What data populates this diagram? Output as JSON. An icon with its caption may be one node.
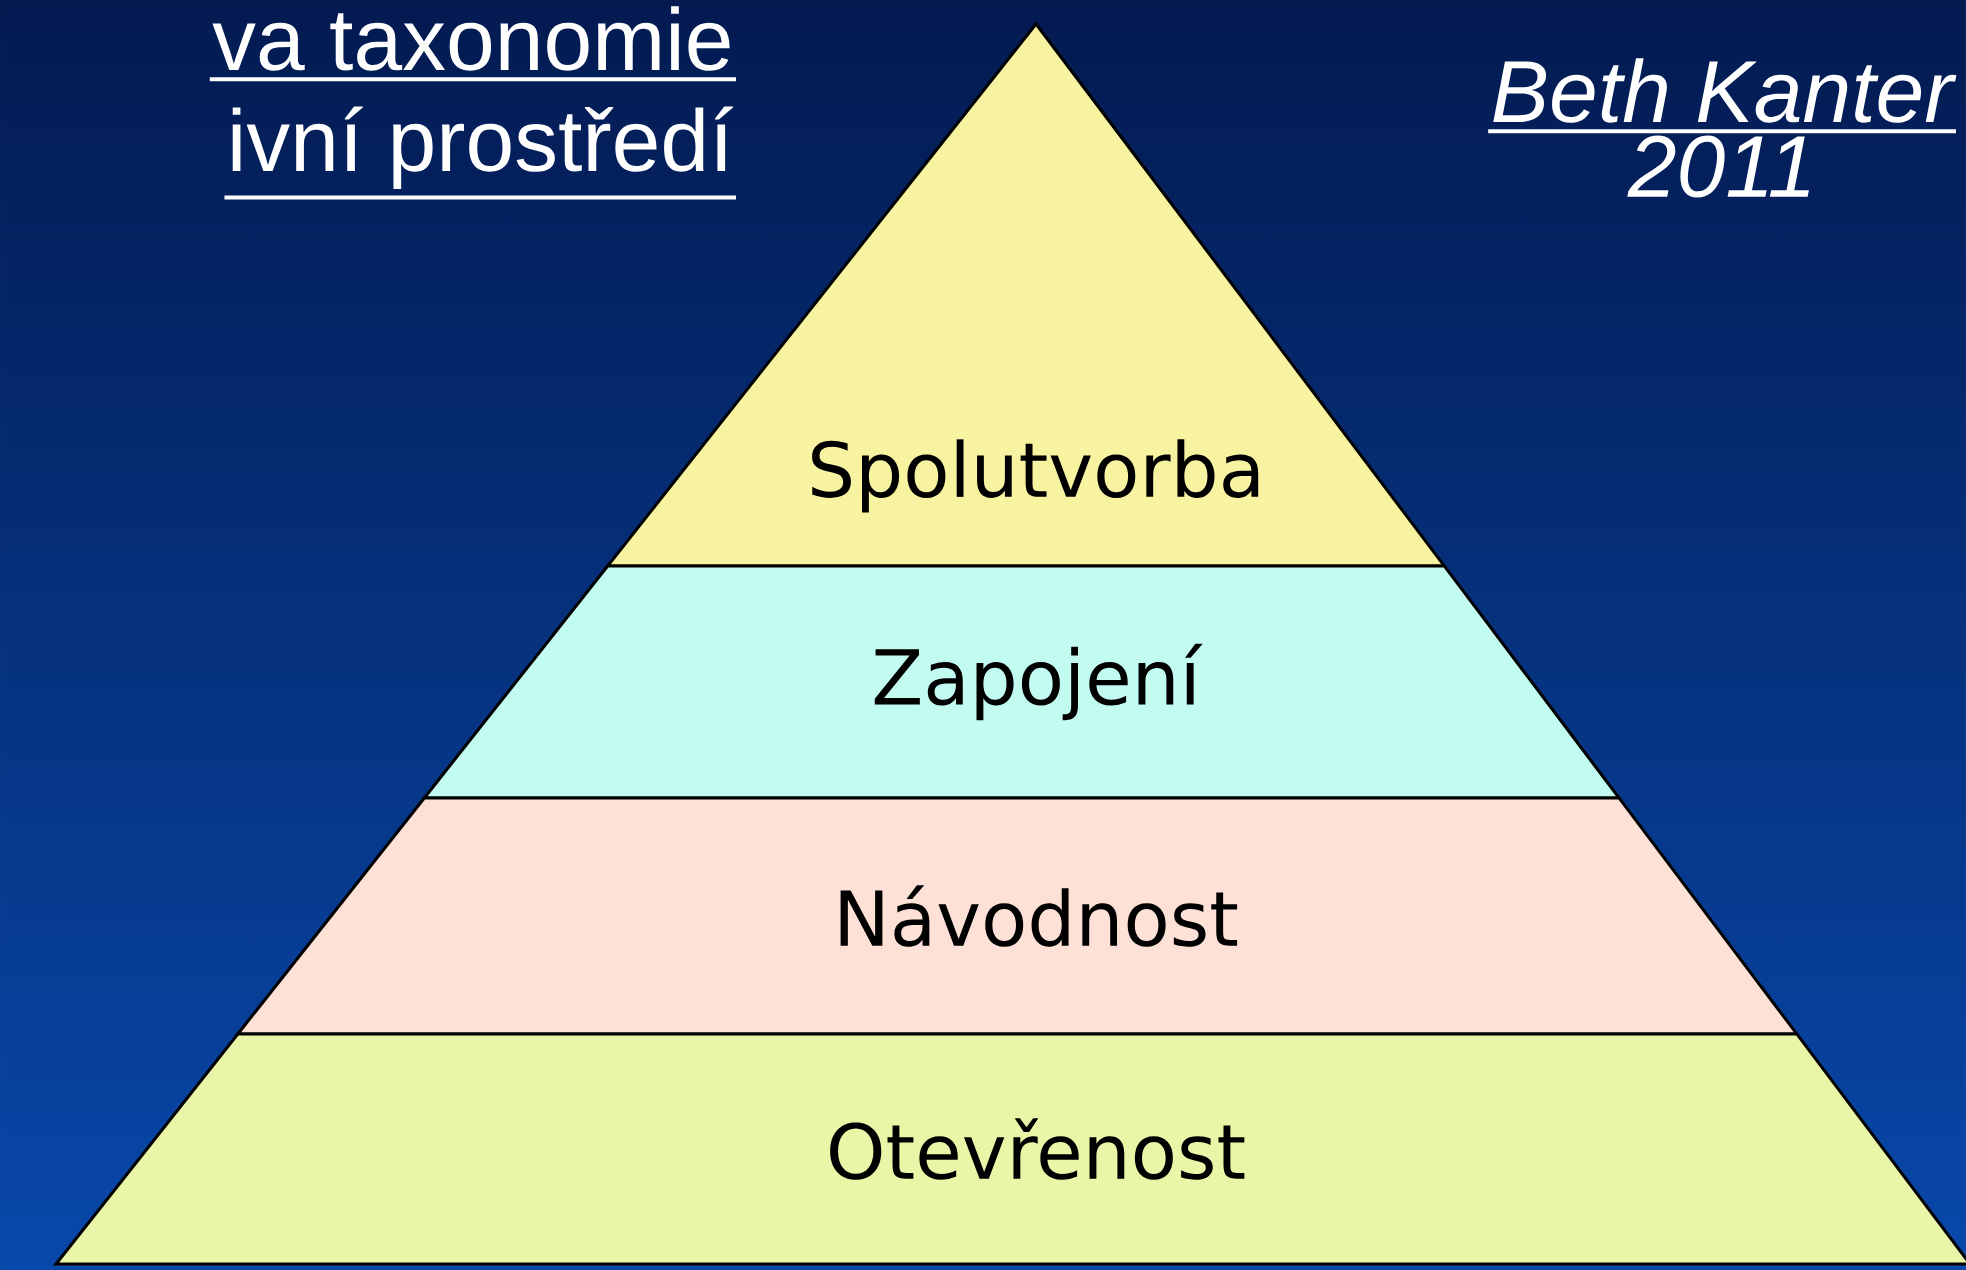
{
  "diagram": {
    "nodes": [
      {
        "text": [
          "Spolutvorba"
        ]
      },
      {
        "text": [
          "Zapojení"
        ]
      },
      {
        "text": [
          "Návodnost"
        ]
      },
      {
        "text": [
          "Otevřenost"
        ]
      }
    ],
    "labels": [
      "va taxonomie",
      "ivní prostředí",
      "Beth Kanter",
      "2011"
    ]
  }
}
